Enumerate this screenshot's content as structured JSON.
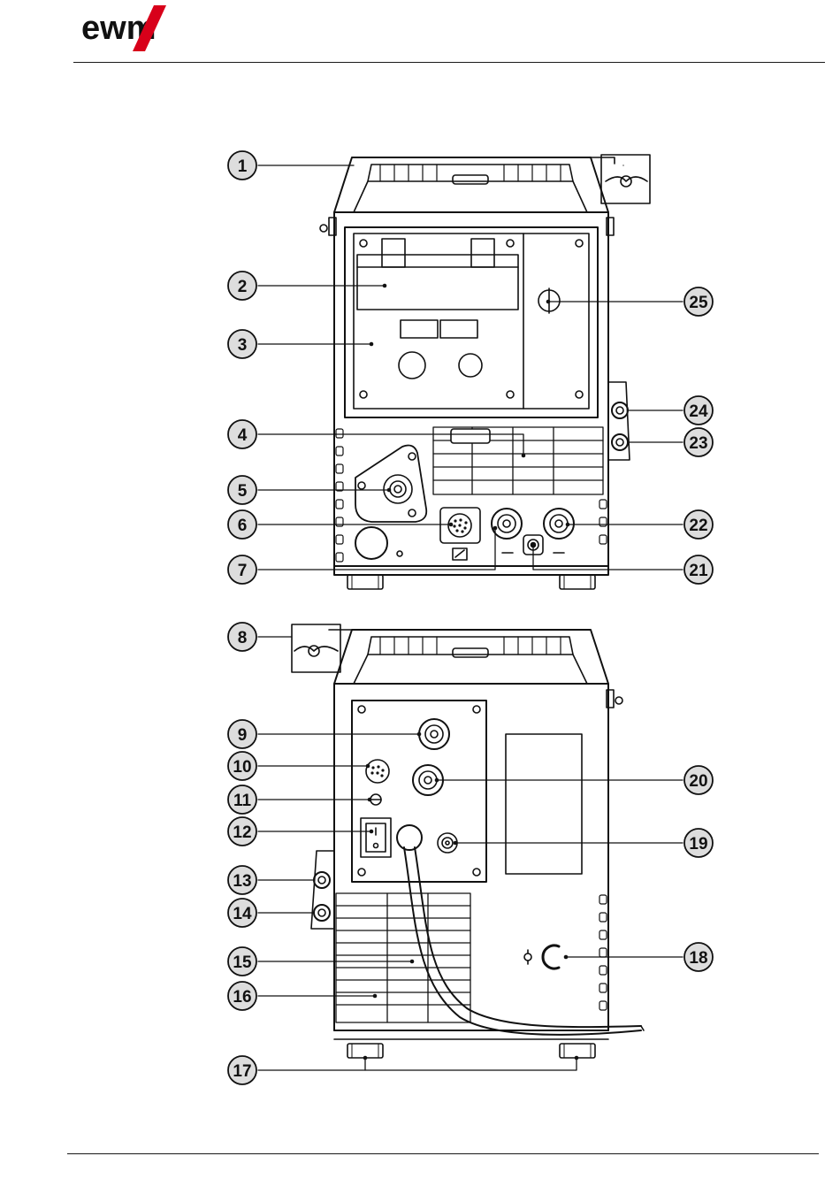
{
  "header": {
    "logo_text": "ewm"
  },
  "figure": {
    "callouts": [
      "1",
      "2",
      "3",
      "4",
      "5",
      "6",
      "7",
      "8",
      "9",
      "10",
      "11",
      "12",
      "13",
      "14",
      "15",
      "16",
      "17",
      "18",
      "19",
      "20",
      "21",
      "22",
      "23",
      "24",
      "25"
    ]
  }
}
